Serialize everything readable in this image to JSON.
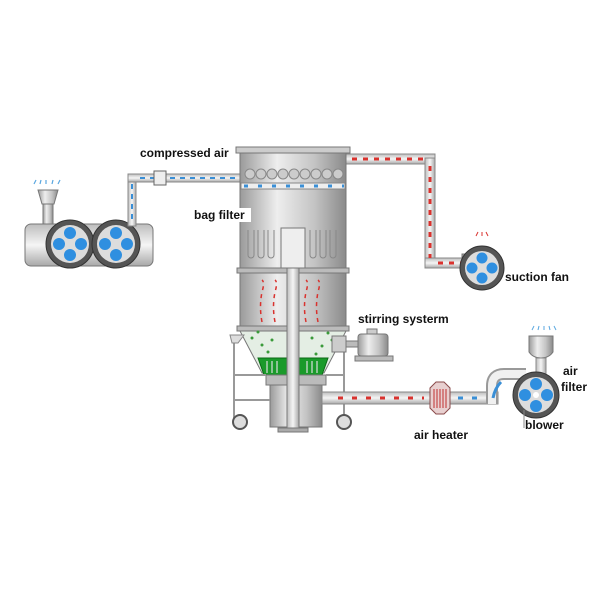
{
  "labels": {
    "compressed_air": "compressed air",
    "bag_filter": "bag filter",
    "suction_fan": "suction fan",
    "stirring_system": "stirring systerm",
    "air": "air",
    "filter": "filter",
    "blower": "blower",
    "air_heater": "air heater"
  },
  "colors": {
    "hot_air": "#d9322e",
    "cold_air": "#3a8fd6",
    "fan_blade": "#2f8fe0",
    "product_bed": "#1a9a2a",
    "metal": "#c8c8c8"
  }
}
